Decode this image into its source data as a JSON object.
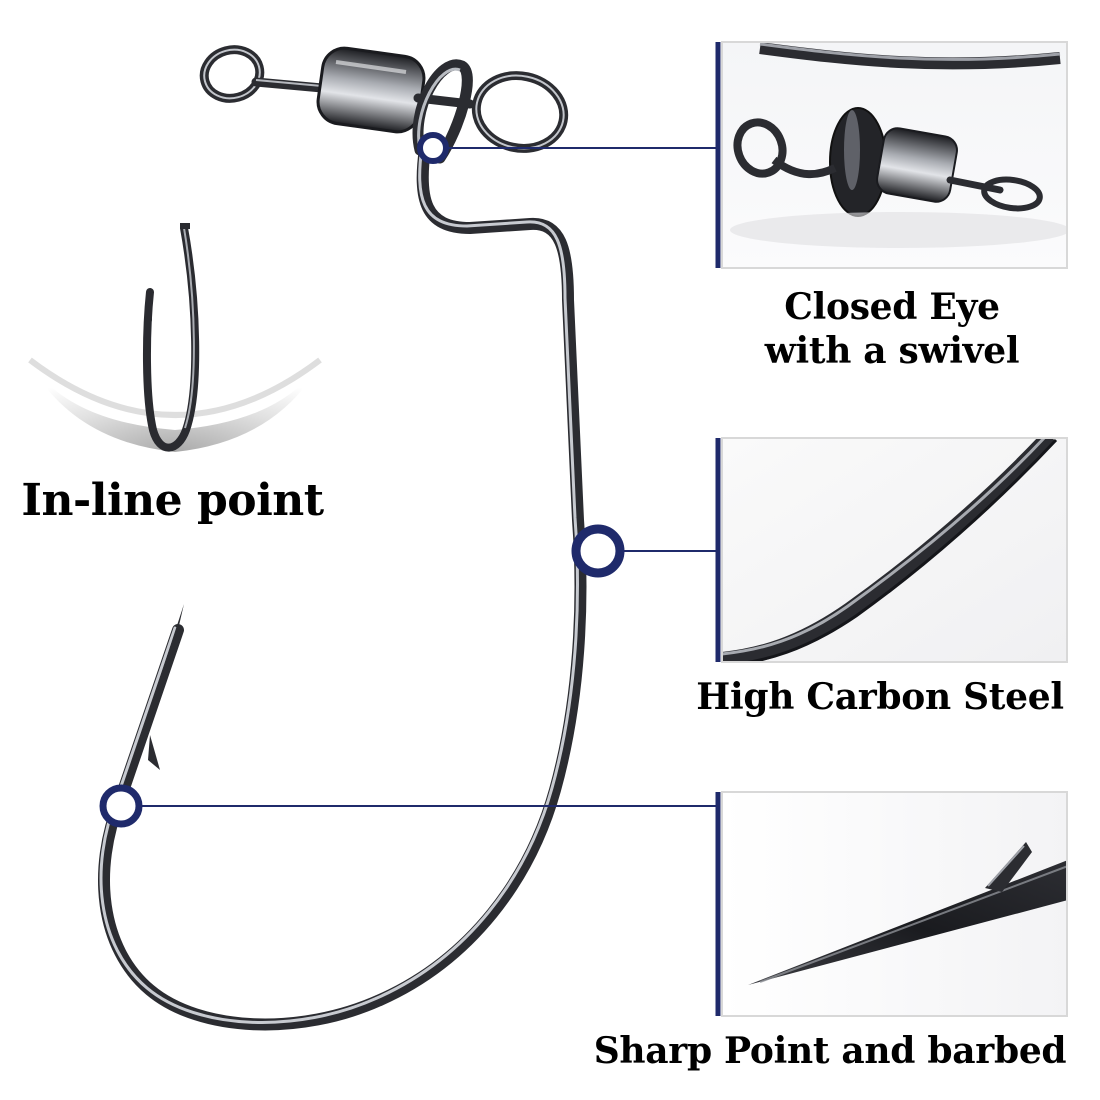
{
  "features": {
    "inline_point": {
      "label": "In-line point"
    },
    "closed_eye": {
      "line1": "Closed Eye",
      "line2": "with a swivel"
    },
    "carbon_steel": {
      "label": "High Carbon Steel"
    },
    "sharp_point": {
      "label": "Sharp Point and barbed"
    }
  },
  "colors": {
    "accent": "#1f2a6b",
    "hook_steel": "#2e3035",
    "hook_highlight": "#b9bcc2",
    "background": "#ffffff"
  }
}
